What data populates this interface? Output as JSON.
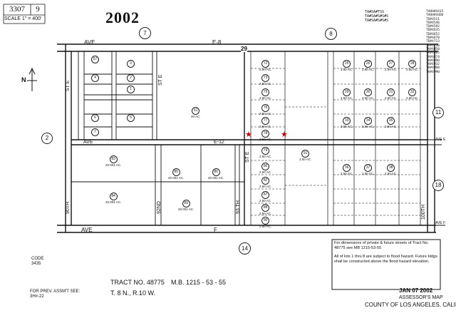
{
  "header": {
    "book": "3307",
    "page": "9",
    "scale": "SCALE 1\" = 400'",
    "year": "2002"
  },
  "top_right_notes": [
    "TAHH#4415",
    "TAHH#4466",
    "TO#4511",
    "TO#4546",
    "TO#4592",
    "TD#4635",
    "TD#4652",
    "TD#4670",
    "TD#4713",
    "TA#4740",
    "TA#4850",
    "TA#4865",
    "TA#4874",
    "TA#4890",
    "TA#4932",
    "TA#4960",
    "TA#4990"
  ],
  "top_center_notes": [
    "TA#SA#TSS",
    "TA#SA#S#S#S",
    "TA#SA#S#S#S"
  ],
  "compass_letter": "N",
  "street_labels": {
    "ave_top": "AVE",
    "e8": "E-8",
    "e12": "E-12",
    "ave_mid": "AVE",
    "ave_bottom": "AVE",
    "f": "F",
    "st_e_left": "ST E",
    "st_e_mid": "ST E",
    "st_e_right": "ST E",
    "ave_e_right": "AVE E",
    "ave_f_right": "AVE F",
    "st_90th": "90TH",
    "st_92nd": "92ND",
    "st_93th": "93 TH",
    "st_100th": "100TH"
  },
  "circled_numbers": [
    "7",
    "8",
    "2",
    "11",
    "18",
    "14"
  ],
  "marker_29": "29",
  "parcels_left": [
    {
      "num": "57",
      "area": ""
    },
    {
      "num": "3",
      "area": ""
    },
    {
      "num": "2",
      "area": ""
    },
    {
      "num": "1",
      "area": ""
    },
    {
      "num": "4",
      "area": ""
    },
    {
      "num": "5",
      "area": ""
    },
    {
      "num": "6",
      "area": ""
    },
    {
      "num": "7",
      "area": ""
    },
    {
      "num": "61",
      "area": "40 AC."
    },
    {
      "num": "83",
      "area": "20.001 AC."
    },
    {
      "num": "84",
      "area": "20.001 AC."
    },
    {
      "num": "85",
      "area": "20.001 AC."
    },
    {
      "num": "86",
      "area": "20.001 AC."
    },
    {
      "num": "89",
      "area": "20.001 AC."
    }
  ],
  "parcels_grid_left": [
    {
      "num": "72",
      "area": "2.50 AC."
    },
    {
      "num": "73",
      "area": "2.50 AC."
    },
    {
      "num": "75",
      "area": "2.50 AC."
    },
    {
      "num": "76",
      "area": "2.50 AC."
    },
    {
      "num": "77",
      "area": "2.50 AC."
    },
    {
      "num": "78",
      "area": "2.50 AC."
    },
    {
      "num": "79",
      "area": "2.50 AC."
    },
    {
      "num": "80",
      "area": "2.50 AC."
    },
    {
      "num": "82",
      "area": "2.50 AC."
    },
    {
      "num": "87",
      "area": "2.50 AC."
    },
    {
      "num": "88",
      "area": "2.50 AC."
    },
    {
      "num": "90",
      "area": "2.50 AC."
    },
    {
      "num": "91",
      "area": "2.50 AC."
    }
  ],
  "parcels_grid_right": [
    {
      "num": "25",
      "area": "2.50 AC."
    },
    {
      "num": "26",
      "area": "2.50 AC."
    },
    {
      "num": "27",
      "area": "2.50 AC."
    },
    {
      "num": "28",
      "area": "2.50 AC."
    },
    {
      "num": "29",
      "area": "2.50 AC."
    },
    {
      "num": "30",
      "area": "2.50 AC."
    },
    {
      "num": "31",
      "area": "2.50 AC."
    },
    {
      "num": "32",
      "area": "2.50 AC."
    },
    {
      "num": "33",
      "area": "2.50 AC."
    },
    {
      "num": "34",
      "area": "2.50 AC."
    },
    {
      "num": "35",
      "area": "2.50 AC."
    },
    {
      "num": "36",
      "area": "2.50 AC."
    },
    {
      "num": "37",
      "area": "2.50 AC."
    },
    {
      "num": "38",
      "area": "2.50 AC."
    }
  ],
  "code": {
    "label": "CODE",
    "value": "3435"
  },
  "footer": {
    "tract": "TRACT NO. 48775",
    "mb": "M.B. 1215 - 53 - 55",
    "township": "T. 8 N., R.10 W.",
    "prev_assmt_label": "FOR PREV. ASSM'T SEE:",
    "prev_assmt_value": "3H#-22"
  },
  "notes_box": {
    "note1": "For dimensions of private & future streets of Tract No. 48775 see MB 1215-53-55",
    "note2": "All of lots 1 thru 8 are subject to flood hazard.  Future bldgs shall be constructed above the flood hazard elevation."
  },
  "stamp": {
    "date": "JAN 07 2002",
    "title": "ASSESSOR'S MAP",
    "county": "COUNTY OF LOS ANGELES, CALIF."
  },
  "colors": {
    "ink": "#111111",
    "star": "#c40000",
    "paper": "#ffffff"
  }
}
